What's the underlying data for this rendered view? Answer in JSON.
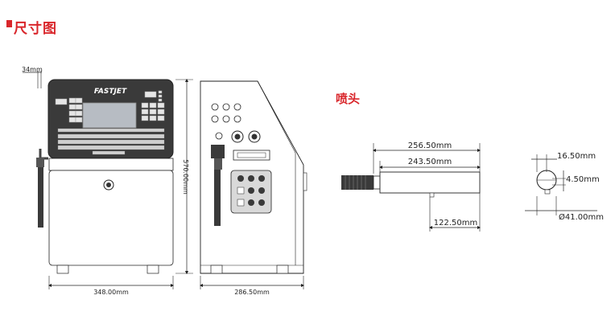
{
  "title": "尺寸图",
  "nozzle_title": "喷头",
  "brand": "FASTJET",
  "dimensions": {
    "offset_34": "34mm",
    "width_front": "348.00mm",
    "height": "570.00mm",
    "depth_side": "286.50mm",
    "nozzle_total": "256.50mm",
    "nozzle_body": "243.50mm",
    "nozzle_mount": "122.50mm",
    "nozzle_end_16": "16.50mm",
    "nozzle_end_4": "4.50mm",
    "nozzle_diameter": "Ø41.00mm"
  },
  "colors": {
    "accent": "#d9262b",
    "line": "#222222",
    "panel": "#3a3a3a"
  }
}
